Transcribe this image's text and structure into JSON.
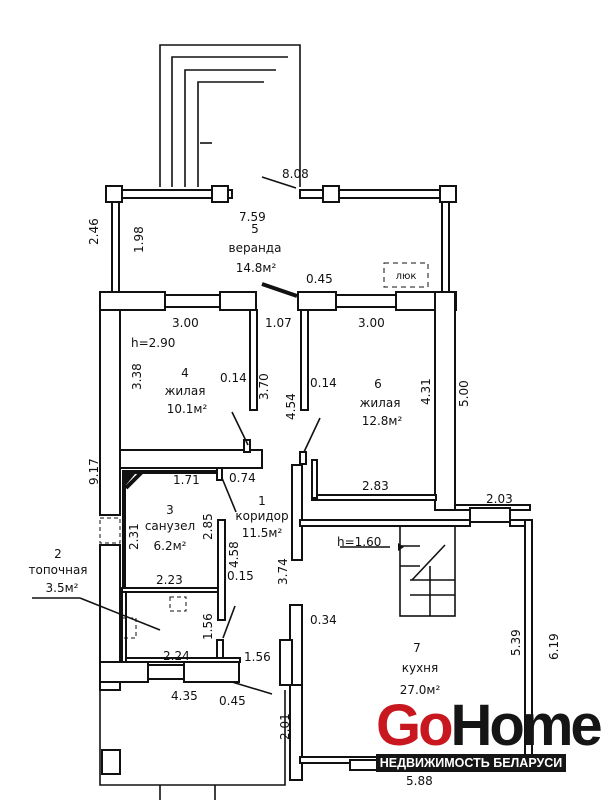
{
  "rooms": [
    {
      "number": "1",
      "name": "коридор",
      "area": "11.5м²"
    },
    {
      "number": "2",
      "name": "топочная",
      "area": "3.5м²"
    },
    {
      "number": "3",
      "name": "санузел",
      "area": "6.2м²"
    },
    {
      "number": "4",
      "name": "жилая",
      "area": "10.1м²"
    },
    {
      "number": "5",
      "name": "веранда",
      "area": "14.8м²"
    },
    {
      "number": "6",
      "name": "жилая",
      "area": "12.8м²"
    },
    {
      "number": "7",
      "name": "кухня",
      "area": "27.0м²"
    }
  ],
  "dimensions": {
    "d808": "8.08",
    "d759": "7.59",
    "d246": "2.46",
    "d198": "1.98",
    "d045a": "0.45",
    "d300a": "3.00",
    "d107": "1.07",
    "d300b": "3.00",
    "d290": "h=2.90",
    "d338": "3.38",
    "d014a": "0.14",
    "d370": "3.70",
    "d454": "4.54",
    "d014b": "0.14",
    "d431": "4.31",
    "d500": "5.00",
    "d917": "9.17",
    "d171": "1.71",
    "d074": "0.74",
    "d283": "2.83",
    "d203": "2.03",
    "d231": "2.31",
    "d285": "2.85",
    "d160": "h=1.60",
    "d458": "4.58",
    "d374": "3.74",
    "d223": "2.23",
    "d015": "0.15",
    "d156a": "1.56",
    "d034": "0.34",
    "d539": "5.39",
    "d619": "6.19",
    "d224": "2.24",
    "d156b": "1.56",
    "d435": "4.35",
    "d045b": "0.45",
    "d201": "2.01",
    "d588": "5.88"
  },
  "hatch_label": "люк",
  "watermark": {
    "go": "Go",
    "home": "Home",
    "tagline": "НЕДВИЖИМОСТЬ БЕЛАРУСИ",
    "accent": "#c8171e"
  }
}
